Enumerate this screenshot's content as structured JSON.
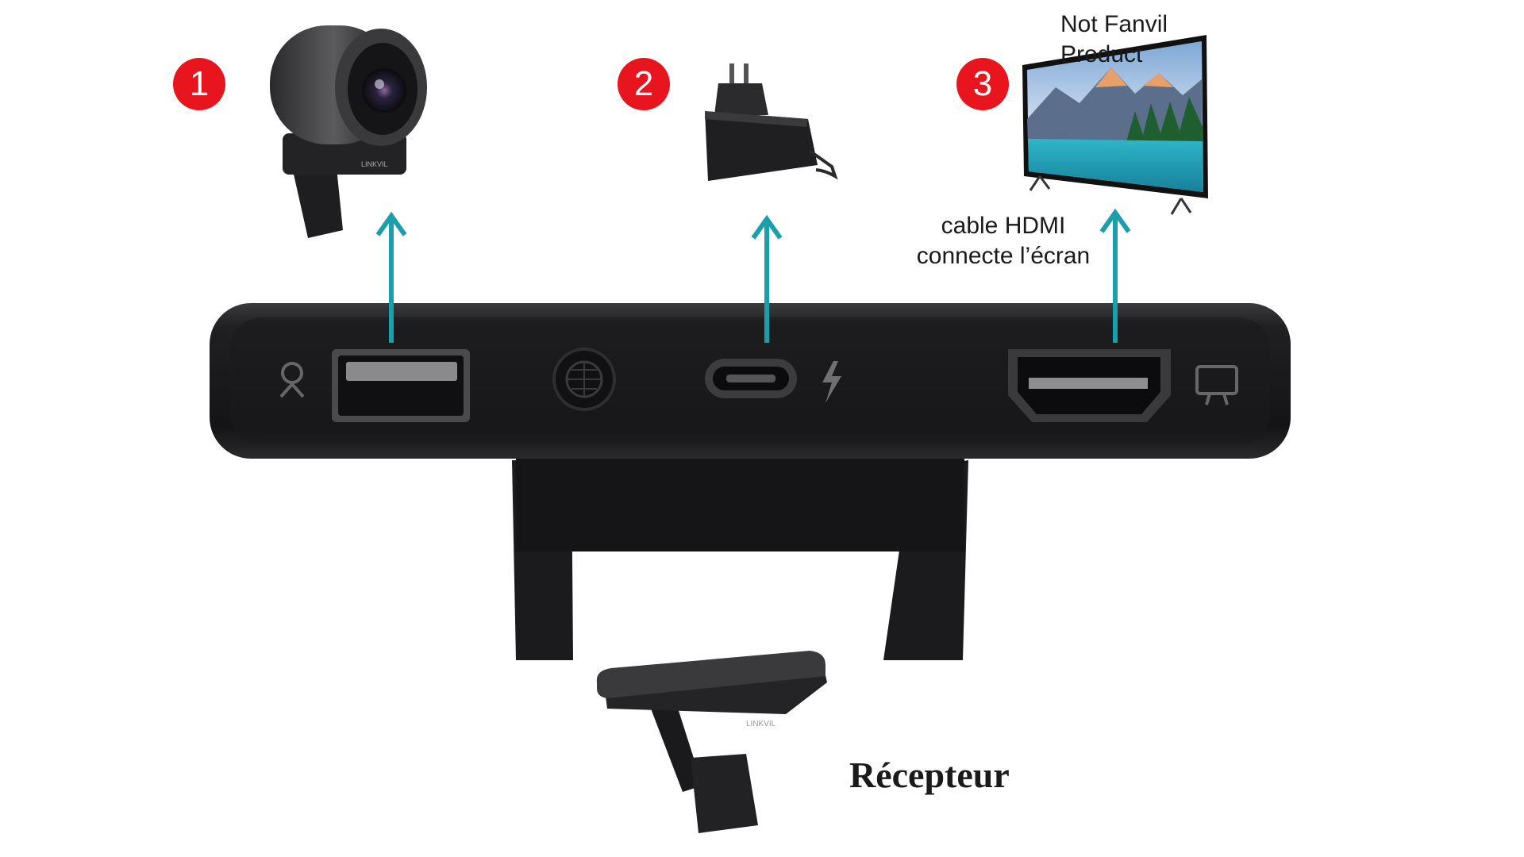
{
  "badges": {
    "one": "1",
    "two": "2",
    "three": "3"
  },
  "labels": {
    "screen_note_line1": "Not Fanvil",
    "screen_note_line2": "Product",
    "cable_line1": "cable HDMI",
    "cable_line2": "connecte l’écran",
    "receiver": "Récepteur"
  },
  "device_brand": "LINKVIL",
  "colors": {
    "badge": "#e8141e",
    "arrow": "#1a9fab",
    "device_body": "#1c1c1e",
    "text": "#1a1a1a"
  },
  "icons": [
    "webcam-icon",
    "usb-a-port",
    "pairing-button",
    "usb-c-port",
    "lightning-icon",
    "hdmi-port",
    "monitor-icon",
    "power-adapter",
    "tv-screen"
  ]
}
